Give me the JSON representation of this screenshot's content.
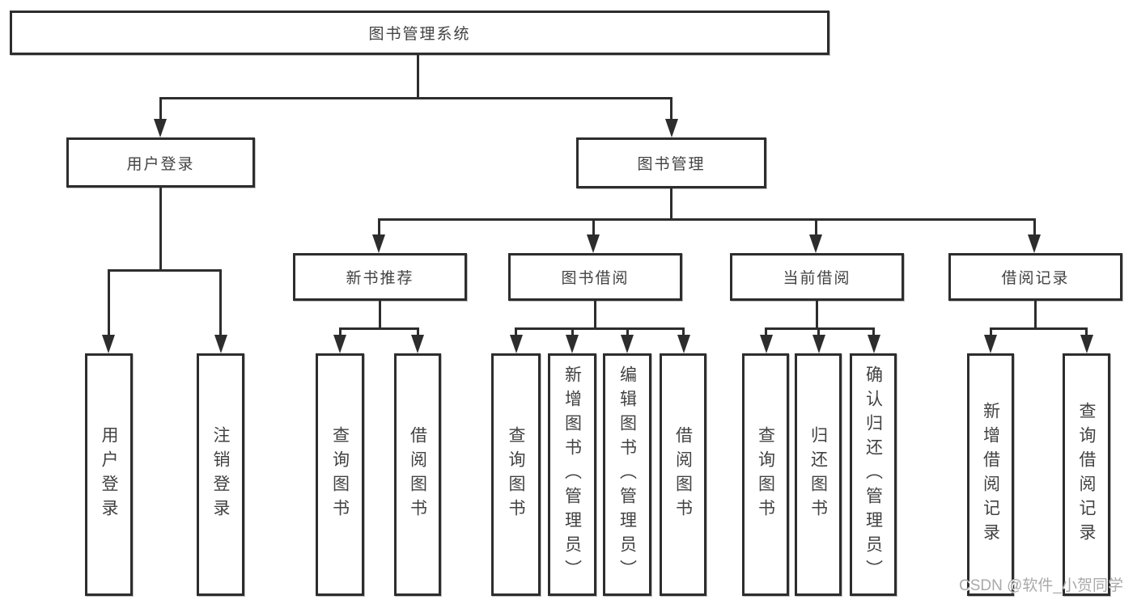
{
  "tree": {
    "label": "图书管理系统",
    "children": [
      {
        "label": "用户登录",
        "children": [
          {
            "label": "用户登录"
          },
          {
            "label": "注销登录"
          }
        ]
      },
      {
        "label": "图书管理",
        "children": [
          {
            "label": "新书推荐",
            "children": [
              {
                "label": "查询图书"
              },
              {
                "label": "借阅图书"
              }
            ]
          },
          {
            "label": "图书借阅",
            "children": [
              {
                "label": "查询图书"
              },
              {
                "label": "新增图书（管理员）"
              },
              {
                "label": "编辑图书（管理员）"
              },
              {
                "label": "借阅图书"
              }
            ]
          },
          {
            "label": "当前借阅",
            "children": [
              {
                "label": "查询图书"
              },
              {
                "label": "归还图书"
              },
              {
                "label": "确认归还（管理员）"
              }
            ]
          },
          {
            "label": "借阅记录",
            "children": [
              {
                "label": "新增借阅记录"
              },
              {
                "label": "查询借阅记录"
              }
            ]
          }
        ]
      }
    ]
  },
  "colors": {
    "line": "#2d2d2d",
    "text": "#424242",
    "watermark": "#a9a9a9",
    "background": "#ffffff"
  },
  "watermark": "CSDN @软件_小贺同学"
}
